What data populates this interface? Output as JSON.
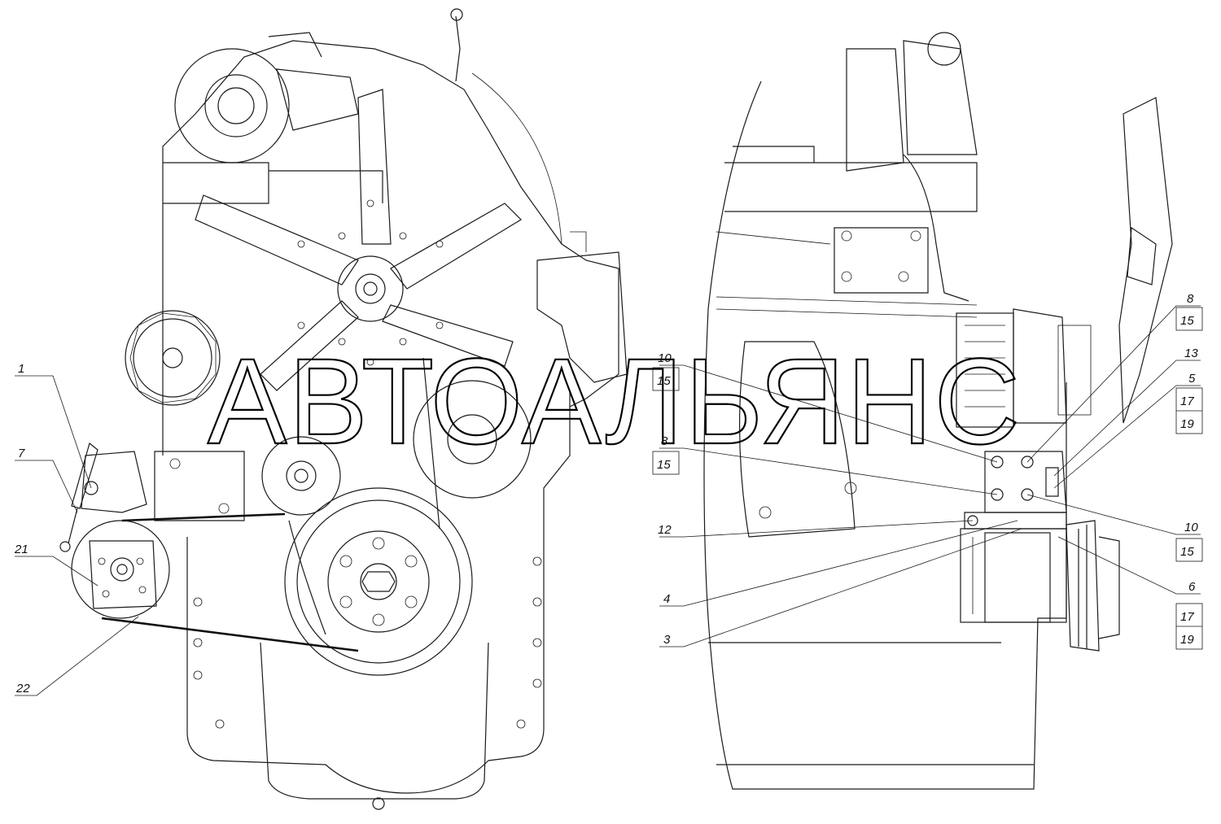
{
  "watermark": "АВТОАЛЬЯНС",
  "callouts_left": [
    {
      "id": "c1",
      "label": "1"
    },
    {
      "id": "c7",
      "label": "7"
    },
    {
      "id": "c21",
      "label": "21"
    },
    {
      "id": "c22",
      "label": "22"
    }
  ],
  "callouts_right": [
    {
      "id": "r8a",
      "label": "8",
      "sub": "15"
    },
    {
      "id": "r13",
      "label": "13"
    },
    {
      "id": "r5",
      "label": "5",
      "sub": "17",
      "sub2": "19"
    },
    {
      "id": "r10a",
      "label": "10",
      "sub": "15"
    },
    {
      "id": "r8b",
      "label": "8",
      "sub": "15"
    },
    {
      "id": "r12",
      "label": "12"
    },
    {
      "id": "r10b",
      "label": "10",
      "sub": "15"
    },
    {
      "id": "r6",
      "label": "6",
      "sub": "17",
      "sub2": "19"
    },
    {
      "id": "r4",
      "label": "4"
    },
    {
      "id": "r3",
      "label": "3"
    }
  ]
}
